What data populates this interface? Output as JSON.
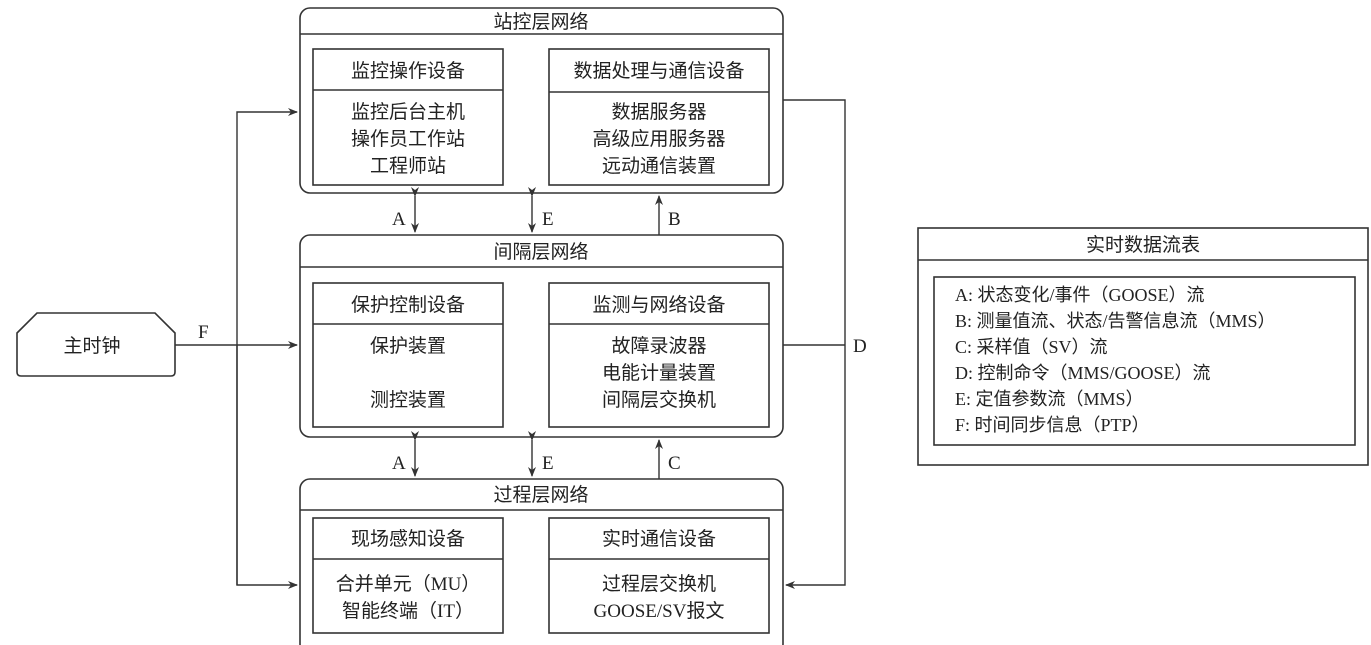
{
  "layers": {
    "station": {
      "title": "站控层网络",
      "left": {
        "header": "监控操作设备",
        "items": [
          "监控后台主机",
          "操作员工作站",
          "工程师站"
        ]
      },
      "right": {
        "header": "数据处理与通信设备",
        "items": [
          "数据服务器",
          "高级应用服务器",
          "远动通信装置"
        ]
      }
    },
    "bay": {
      "title": "间隔层网络",
      "left": {
        "header": "保护控制设备",
        "items": [
          "保护装置",
          "测控装置"
        ]
      },
      "right": {
        "header": "监测与网络设备",
        "items": [
          "故障录波器",
          "电能计量装置",
          "间隔层交换机"
        ]
      }
    },
    "process": {
      "title": "过程层网络",
      "left": {
        "header": "现场感知设备",
        "items": [
          "合并单元（MU）",
          "智能终端（IT）"
        ]
      },
      "right": {
        "header": "实时通信设备",
        "items": [
          "过程层交换机",
          "GOOSE/SV报文"
        ]
      }
    }
  },
  "clock": {
    "label": "主时钟"
  },
  "flow_labels": {
    "A": "A",
    "B": "B",
    "C": "C",
    "D": "D",
    "E": "E",
    "F": "F"
  },
  "legend": {
    "title": "实时数据流表",
    "items": [
      "A: 状态变化/事件（GOOSE）流",
      "B: 测量值流、状态/告警信息流（MMS）",
      "C: 采样值（SV）流",
      "D: 控制命令（MMS/GOOSE）流",
      "E: 定值参数流（MMS）",
      "F: 时间同步信息（PTP）"
    ]
  }
}
